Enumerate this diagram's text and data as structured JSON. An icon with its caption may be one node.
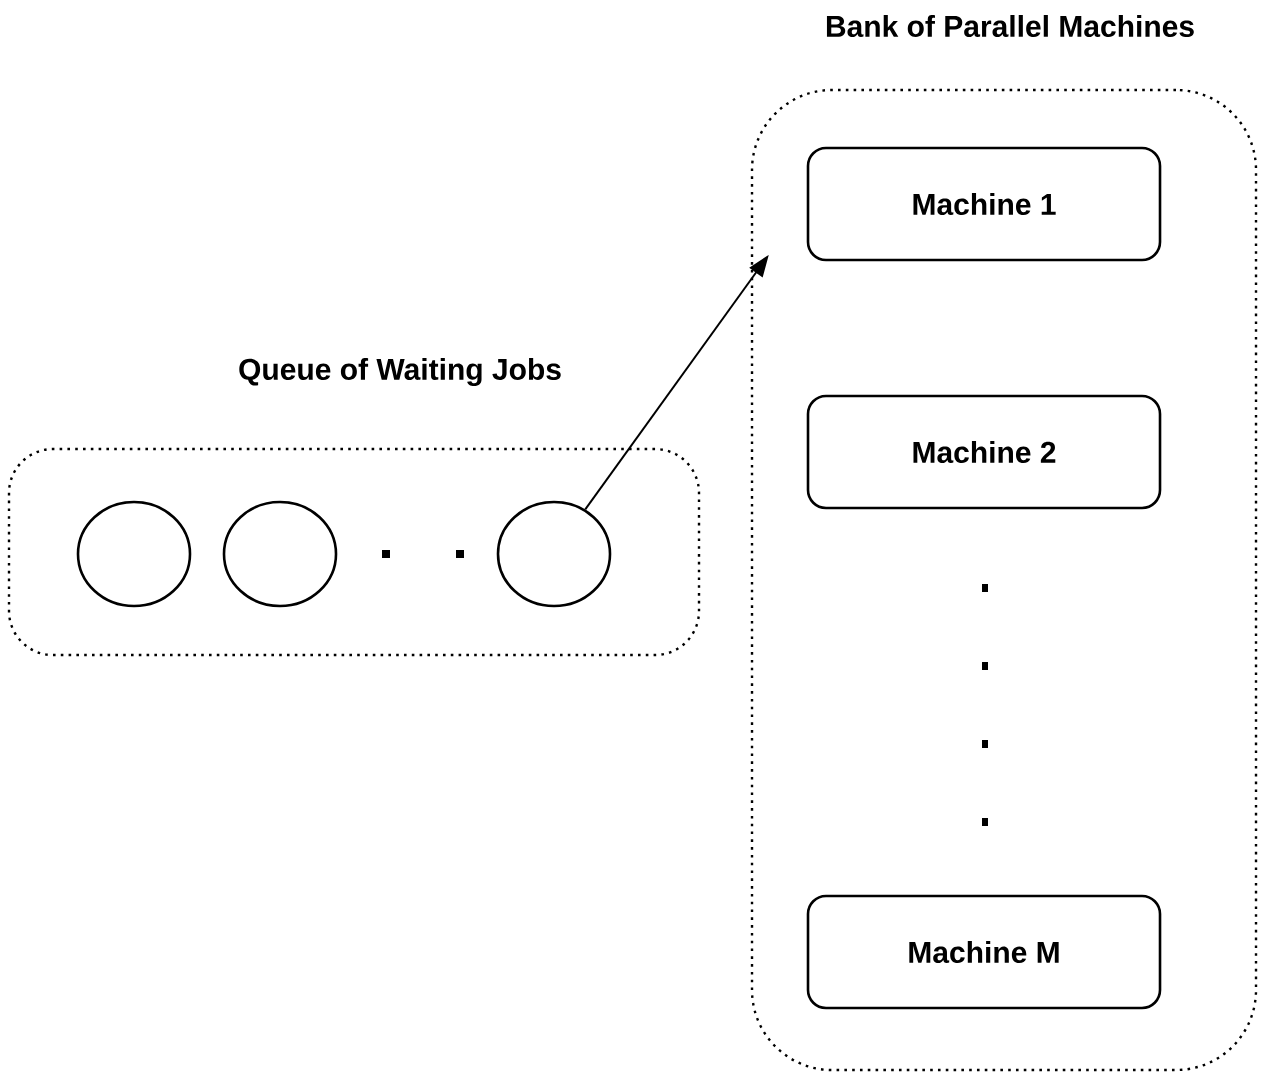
{
  "diagram": {
    "nodes": [
      {
        "text": [
          "Queue of Waiting Jobs"
        ]
      },
      {
        "text": [],
        "shape": "circle",
        "in": 0
      },
      {
        "text": [],
        "shape": "circle",
        "in": 0
      },
      {
        "text": [],
        "shape": "circle",
        "in": 0
      },
      {
        "text": [
          "Bank of Parallel Machines"
        ]
      },
      {
        "text": [
          "Machine 1"
        ],
        "in": 4
      },
      {
        "text": [
          "Machine 2"
        ],
        "in": 4
      },
      {
        "text": [
          "Machine M"
        ],
        "in": 4
      }
    ],
    "edges": [
      {
        "from": 3,
        "to": 4,
        "arrow": "to"
      }
    ]
  }
}
